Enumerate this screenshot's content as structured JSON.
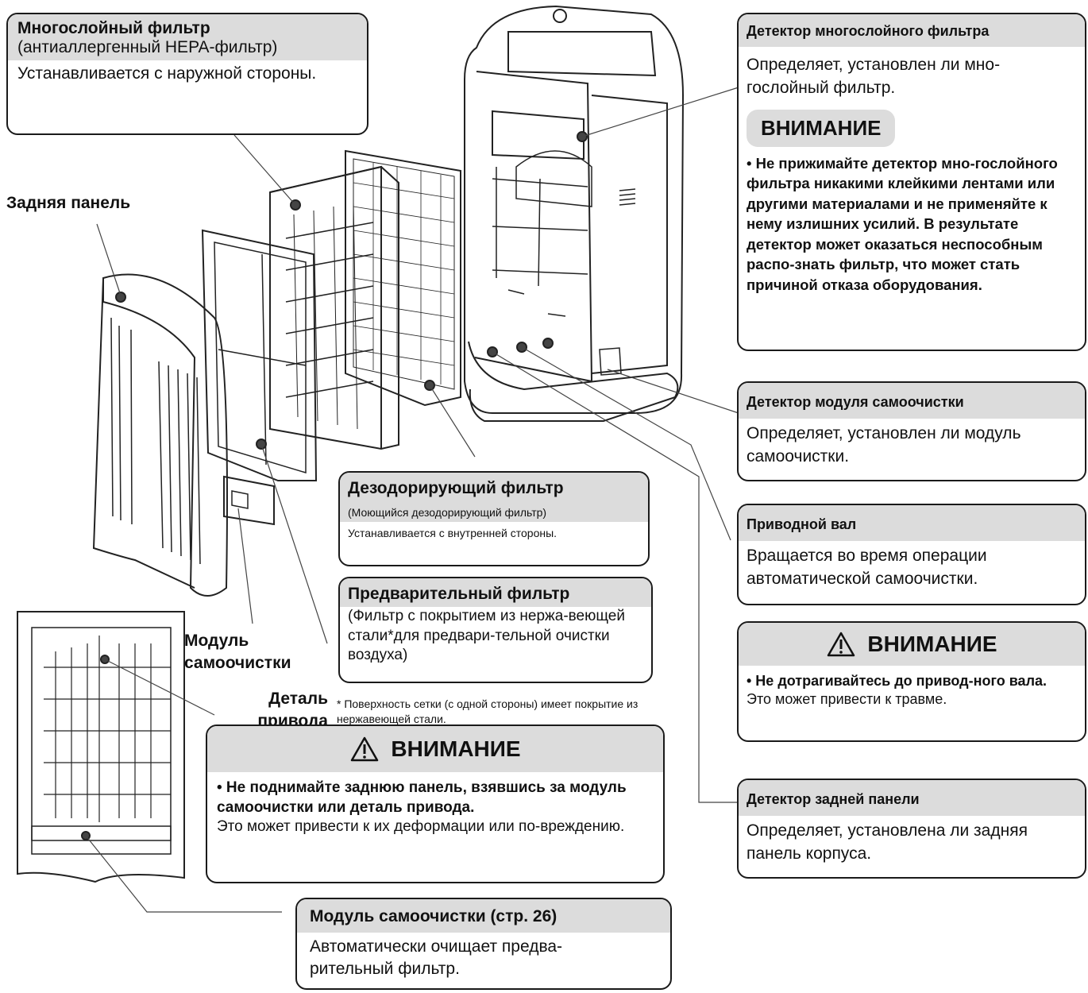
{
  "multilayer_filter": {
    "title": "Многослойный фильтр",
    "subtitle": "(антиаллергенный HEPA-фильтр)",
    "body": "Устанавливается с наружной стороны."
  },
  "rear_panel_label": "Задняя панель",
  "deodor_filter": {
    "title": "Дезодорирующий фильтр",
    "subtitle": "(Моющийся дезодорирующий фильтр)",
    "body": "Устанавливается с внутренней стороны."
  },
  "prefilter": {
    "title": "Предварительный фильтр",
    "body": "(Фильтр с покрытием из нержа-веющей стали*для предвари-тельной очистки воздуха)"
  },
  "footnote": "* Поверхность сетки (с одной стороны) имеет покрытие из нержавеющей стали.",
  "selfclean_label": "Модуль самоочистки",
  "drive_label": "Деталь привода",
  "caution_center": {
    "title": "ВНИМАНИЕ",
    "bold": "• Не поднимайте заднюю панель, взявшись за модуль самоочистки или деталь привода.",
    "text": "Это может привести к их деформации или по-вреждению."
  },
  "selfclean_module": {
    "title": "Модуль самоочистки (стр. 26)",
    "body": "Автоматически очищает предва-рительный фильтр."
  },
  "detector_multilayer": {
    "title": "Детектор многослойного фильтра",
    "body": "Определяет, установлен ли мно-гослойный фильтр.",
    "caution_title": "ВНИМАНИЕ",
    "caution_bold": "• Не прижимайте детектор мно-гослойного фильтра никакими клейкими лентами или другими материалами и не применяйте к нему излишних усилий. В результате детектор может оказаться неспособным распо-знать фильтр, что может стать причиной отказа оборудования."
  },
  "detector_selfclean": {
    "title": "Детектор модуля самоочистки",
    "body": "Определяет, установлен ли модуль самоочистки."
  },
  "drive_shaft": {
    "title": "Приводной вал",
    "body": "Вращается во время операции автоматической самоочистки."
  },
  "caution_shaft": {
    "title": "ВНИМАНИЕ",
    "bold": "• Не дотрагивайтесь до привод-ного вала.",
    "text": "Это может привести к травме."
  },
  "detector_rear": {
    "title": "Детектор задней панели",
    "body": "Определяет, установлена ли задняя панель корпуса."
  }
}
